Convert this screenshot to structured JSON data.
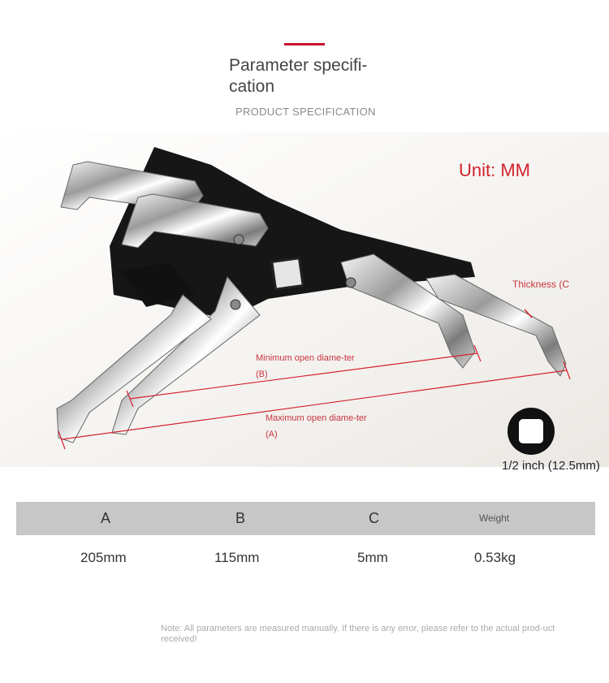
{
  "heading": {
    "title": "Parameter specifi-cation",
    "subtitle": "PRODUCT SPECIFICATION"
  },
  "photo": {
    "unit": "Unit: MM",
    "thickness_label": "Thickness (C",
    "min_label": "Minimum open diame-ter (B)",
    "max_label": "Maximum open diame-ter (A)",
    "drive_icon": "square-drive-icon",
    "drive_size": "1/2 inch (12.5mm)"
  },
  "spec_table": {
    "headers": [
      "A",
      "B",
      "C",
      "Weight"
    ],
    "values": [
      "205mm",
      "115mm",
      "5mm",
      "0.53kg"
    ]
  },
  "note": "Note: All parameters are measured manually. If there is any error, please refer to the actual prod-uct received!",
  "colors": {
    "accent": "#c8102e",
    "label_red": "#c9343e",
    "header_bg": "#c7c7c7"
  }
}
